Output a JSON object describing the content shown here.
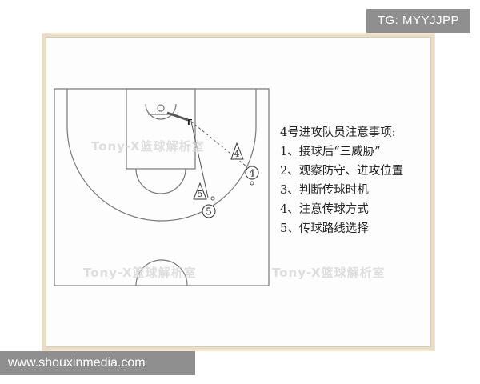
{
  "overlay": {
    "tg_handle": "TG: MYYJJPP",
    "website": "www.shouxinmedia.com"
  },
  "watermarks": {
    "text": "Tony-X篮球解析室"
  },
  "diagram": {
    "court_lines_color": "#777777",
    "players": {
      "passer": "F",
      "defender_4": "4",
      "defender_5": "5",
      "offense_4": "4",
      "offense_5": "5"
    }
  },
  "notes": {
    "title": "4号进攻队员注意事项:",
    "items": [
      "1、接球后“三威胁”",
      "2、观察防守、进攻位置",
      "3、判断传球时机",
      "4、注意传球方式",
      "5、传球路线选择"
    ]
  }
}
